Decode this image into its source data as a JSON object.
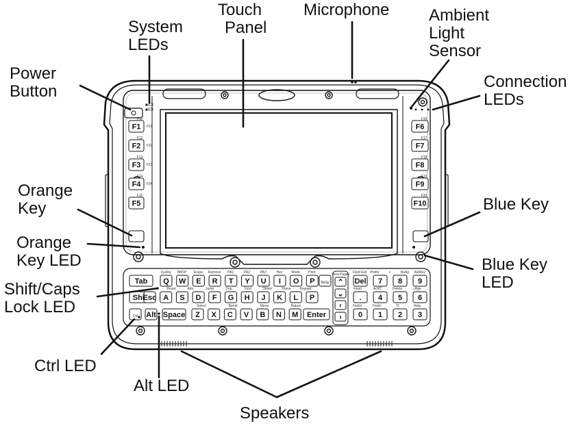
{
  "callouts": {
    "touch_panel": [
      "Touch",
      "Panel"
    ],
    "microphone": "Microphone",
    "ambient_light_sensor": [
      "Ambient",
      "Light",
      "Sensor"
    ],
    "system_leds": [
      "System",
      "LEDs"
    ],
    "power_button": [
      "Power",
      "Button"
    ],
    "connection_leds": [
      "Connection",
      "LEDs"
    ],
    "orange_key": [
      "Orange",
      "Key"
    ],
    "blue_key": "Blue Key",
    "orange_key_led": [
      "Orange",
      "Key LED"
    ],
    "blue_key_led": [
      "Blue Key",
      "LED"
    ],
    "shift_caps_lock_led": [
      "Shift/Caps",
      "Lock LED"
    ],
    "ctrl_led": "Ctrl LED",
    "alt_led": "Alt LED",
    "speakers": "Speakers"
  },
  "left_fkeys": [
    {
      "label": "F1",
      "alt": "F16",
      "side": "F21"
    },
    {
      "label": "F2",
      "alt": "F12",
      "side": "F22"
    },
    {
      "label": "F3",
      "alt": "F13",
      "side": "F23"
    },
    {
      "label": "F4",
      "alt": "F14",
      "side": "F24"
    },
    {
      "label": "F5",
      "alt": "F15",
      "side": ""
    }
  ],
  "right_fkeys": [
    {
      "label": "F6",
      "alt": "F16"
    },
    {
      "label": "F7",
      "alt": "F17"
    },
    {
      "label": "F8",
      "alt": "F18"
    },
    {
      "label": "F9",
      "alt": "F19"
    },
    {
      "label": "F10",
      "alt": "F20"
    }
  ],
  "keyboard": {
    "top_labels": [
      "SysRq",
      "BBOP",
      "Erase",
      "Remove",
      "PA1",
      "PA2",
      "PA3",
      "Hex",
      "Mode",
      "Print"
    ],
    "row1": [
      "Q",
      "W",
      "E",
      "R",
      "T",
      "Y",
      "U",
      "I",
      "O",
      "P"
    ],
    "row1_tab": "Tab",
    "row1_bksp": "BkSp",
    "row2_labels": [
      "Reset",
      "Attn",
      "Jump",
      "Dup",
      "First",
      "Tfklokr",
      "Home",
      "Keypad"
    ],
    "row2": [
      "Esc",
      "A",
      "S",
      "D",
      "F",
      "G",
      "H",
      "J",
      "K",
      "L",
      "P"
    ],
    "row2_shift": "Shift",
    "row3_labels": [
      "Select",
      "Bomb",
      "Menu",
      "Return"
    ],
    "row3": [
      "Z",
      "X",
      "C",
      "V",
      "B",
      "N",
      "M"
    ],
    "row3_ctrl": "Ctrl",
    "row3_alt": "Alt",
    "row3_space": "Space",
    "row3_enter": "Enter",
    "nav_header": "View Pages",
    "nav_keys": [
      "⌃",
      "⌄",
      "‹",
      "›"
    ],
    "num_labels_top": [
      "Field Exit",
      "Prefer",
      "+",
      "BsAg",
      "NxtRec"
    ],
    "num_row1": [
      "Del",
      "7",
      "8",
      "9"
    ],
    "num_labels_mid": [
      "Insert",
      "AcRT",
      "Delete",
      "cAge"
    ],
    "num_row2": [
      ".",
      "4",
      "5",
      "6"
    ],
    "num_labels_bot": [
      "Field+",
      "Field−",
      "Tf",
      "Help"
    ],
    "num_row3": [
      "0",
      "1",
      "2",
      "3"
    ]
  }
}
